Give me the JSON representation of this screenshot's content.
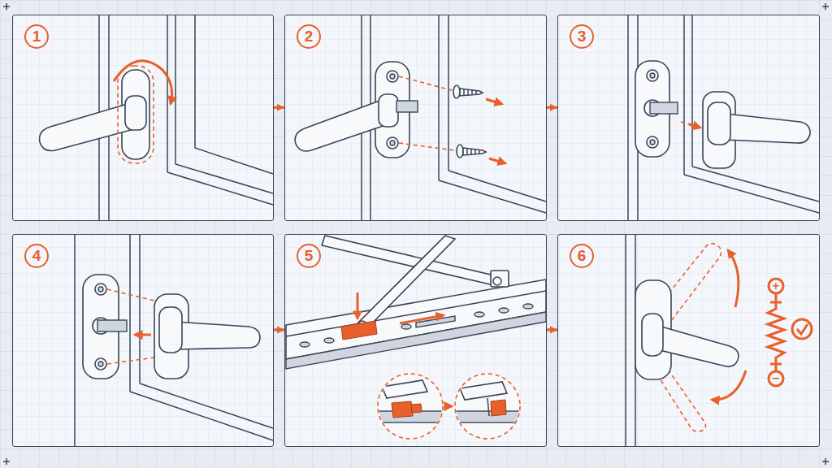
{
  "diagram": {
    "nodes": [
      {
        "text": [
          "1"
        ]
      },
      {
        "text": [
          "2"
        ]
      },
      {
        "text": [
          "3"
        ]
      },
      {
        "text": [
          "4"
        ]
      },
      {
        "text": [
          "5"
        ]
      },
      {
        "text": [
          "6"
        ]
      }
    ],
    "edges": [
      {
        "from": 0,
        "to": 1,
        "arrow": "to"
      },
      {
        "from": 1,
        "to": 2,
        "arrow": "to"
      },
      {
        "from": 3,
        "to": 4,
        "arrow": "to"
      },
      {
        "from": 4,
        "to": 5,
        "arrow": "to"
      }
    ],
    "labels": [
      "+",
      "−"
    ]
  }
}
